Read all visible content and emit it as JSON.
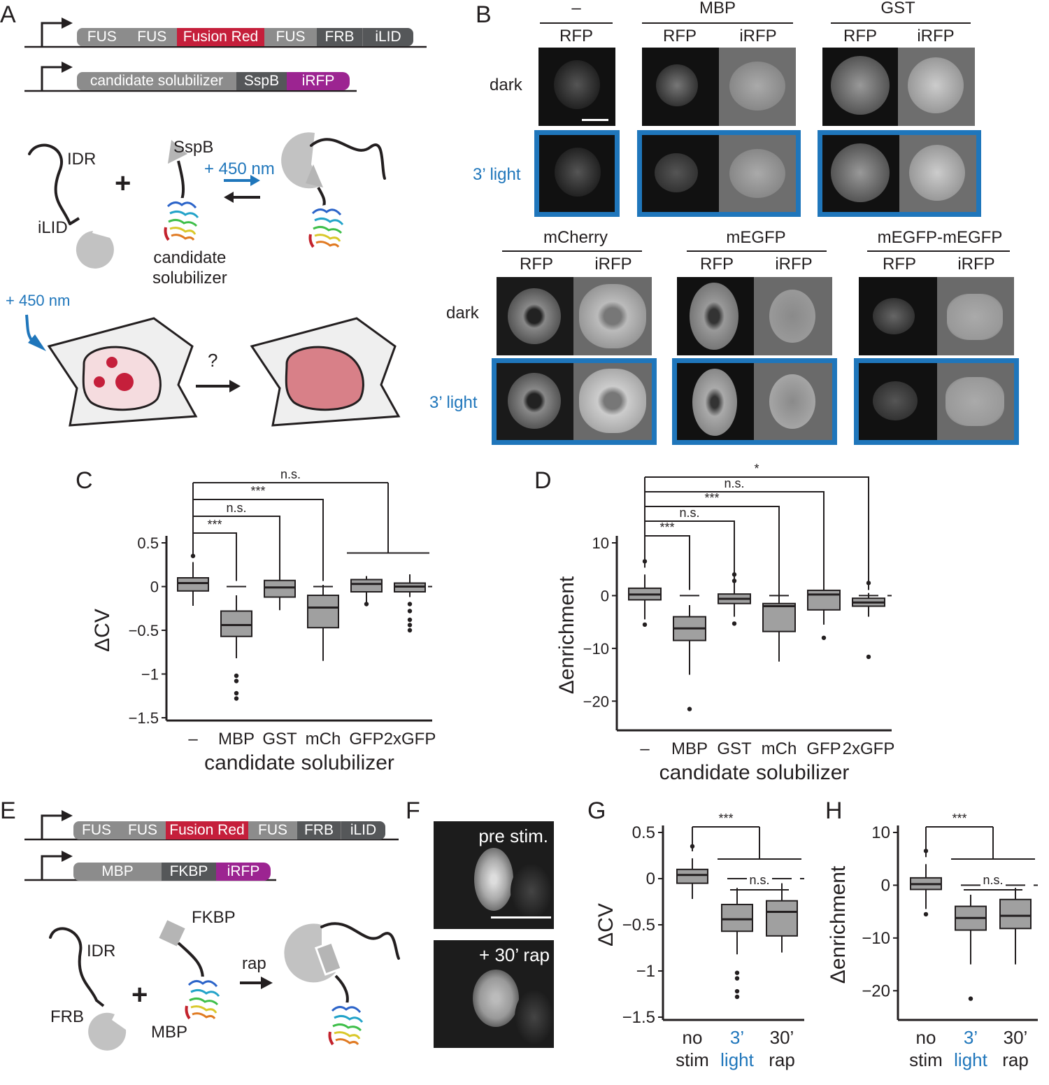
{
  "panels": {
    "a": "A",
    "b": "B",
    "c": "C",
    "d": "D",
    "e": "E",
    "f": "F",
    "g": "G",
    "h": "H"
  },
  "colors": {
    "blue": "#1f76bb",
    "fusion_red": "#c51f3b",
    "irfp": "#9c2491",
    "gray": "#8c8c8c",
    "dark": "#555759",
    "box": "#a0a0a0"
  },
  "panel_a": {
    "construct1": [
      "FUS",
      "FUS",
      "Fusion Red",
      "FUS",
      "FRB",
      "iLID"
    ],
    "construct2": [
      "candidate solubilizer",
      "SspB",
      "iRFP"
    ],
    "idr": "IDR",
    "ilid": "iLID",
    "sspb": "SspB",
    "plus": "+",
    "light": "+ 450 nm",
    "solubilizer": "candidate\nsolubilizer",
    "light2": "+ 450 nm",
    "question": "?"
  },
  "panel_b": {
    "dark": "dark",
    "light": "3’ light",
    "groups": [
      {
        "name": "–",
        "channels": [
          "RFP"
        ]
      },
      {
        "name": "MBP",
        "channels": [
          "RFP",
          "iRFP"
        ]
      },
      {
        "name": "GST",
        "channels": [
          "RFP",
          "iRFP"
        ]
      },
      {
        "name": "mCherry",
        "channels": [
          "RFP",
          "iRFP"
        ]
      },
      {
        "name": "mEGFP",
        "channels": [
          "RFP",
          "iRFP"
        ]
      },
      {
        "name": "mEGFP-mEGFP",
        "channels": [
          "RFP",
          "iRFP"
        ]
      }
    ]
  },
  "panel_e": {
    "construct1": [
      "FUS",
      "FUS",
      "Fusion Red",
      "FUS",
      "FRB",
      "iLID"
    ],
    "construct2": [
      "MBP",
      "FKBP",
      "iRFP"
    ],
    "idr": "IDR",
    "frb": "FRB",
    "fkbp": "FKBP",
    "mbp": "MBP",
    "plus": "+",
    "rap": "rap"
  },
  "panel_f": {
    "pre": "pre stim.",
    "post": "+ 30’ rap"
  },
  "chart_data": [
    {
      "id": "C",
      "type": "box",
      "xlabel": "candidate solubilizer",
      "ylabel": "ΔCV",
      "categories": [
        "–",
        "MBP",
        "GST",
        "mCh",
        "GFP",
        "2xGFP"
      ],
      "ylim": [
        -1.5,
        0.5
      ],
      "yticks": [
        0.5,
        0,
        -0.5,
        -1,
        -1.5
      ],
      "ytick_labels": [
        "0.5",
        "0",
        "−0.5",
        "−1",
        "−1.5"
      ],
      "boxes": [
        {
          "q1": -0.05,
          "median": 0.04,
          "q3": 0.1,
          "wlo": -0.22,
          "whi": 0.28,
          "out": [
            0.35
          ]
        },
        {
          "q1": -0.57,
          "median": -0.44,
          "q3": -0.28,
          "wlo": -0.82,
          "whi": -0.1,
          "out": [
            -1.02,
            -1.08,
            -1.22,
            -1.28
          ]
        },
        {
          "q1": -0.12,
          "median": -0.01,
          "q3": 0.07,
          "wlo": -0.27,
          "whi": 0.28,
          "out": []
        },
        {
          "q1": -0.47,
          "median": -0.24,
          "q3": -0.1,
          "wlo": -0.85,
          "whi": 0.02,
          "out": []
        },
        {
          "q1": -0.06,
          "median": 0.03,
          "q3": 0.08,
          "wlo": -0.2,
          "whi": 0.12,
          "out": [
            -0.2
          ]
        },
        {
          "q1": -0.06,
          "median": 0.0,
          "q3": 0.04,
          "wlo": -0.12,
          "whi": 0.14,
          "out": [
            -0.2,
            -0.28,
            -0.38,
            -0.44,
            -0.5
          ]
        }
      ],
      "brackets": [
        {
          "from": 0,
          "to": [
            1
          ],
          "label": "***"
        },
        {
          "from": 0,
          "to": [
            2
          ],
          "label": "n.s."
        },
        {
          "from": 0,
          "to": [
            3
          ],
          "label": "***"
        },
        {
          "from": 0,
          "to": [
            4,
            5
          ],
          "label": "n.s."
        }
      ]
    },
    {
      "id": "D",
      "type": "box",
      "xlabel": "candidate solubilizer",
      "ylabel": "Δenrichment",
      "categories": [
        "–",
        "MBP",
        "GST",
        "mCh",
        "GFP",
        "2xGFP"
      ],
      "ylim": [
        -25,
        10
      ],
      "yticks": [
        10,
        0,
        -10,
        -20
      ],
      "ytick_labels": [
        "10",
        "0",
        "−10",
        "−20"
      ],
      "boxes": [
        {
          "q1": -0.8,
          "median": 0.2,
          "q3": 1.4,
          "wlo": -4.5,
          "whi": 4.0,
          "out": [
            6.5,
            -5.5
          ]
        },
        {
          "q1": -8.5,
          "median": -6.2,
          "q3": -4.0,
          "wlo": -15.0,
          "whi": -1.8,
          "out": [
            -21.5
          ]
        },
        {
          "q1": -1.5,
          "median": -0.6,
          "q3": 0.3,
          "wlo": -4.0,
          "whi": 2.0,
          "out": [
            2.8,
            4.0,
            -5.3
          ]
        },
        {
          "q1": -6.8,
          "median": -2.0,
          "q3": -1.5,
          "wlo": -12.5,
          "whi": 4.0,
          "out": []
        },
        {
          "q1": -2.7,
          "median": 0.2,
          "q3": 1.0,
          "wlo": -5.5,
          "whi": 2.0,
          "out": [
            -8.0
          ]
        },
        {
          "q1": -2.0,
          "median": -1.3,
          "q3": -0.5,
          "wlo": -4.0,
          "whi": 0.5,
          "out": [
            2.4,
            -11.6
          ]
        }
      ],
      "brackets": [
        {
          "from": 0,
          "to": [
            1
          ],
          "label": "***"
        },
        {
          "from": 0,
          "to": [
            2
          ],
          "label": "n.s."
        },
        {
          "from": 0,
          "to": [
            3
          ],
          "label": "***"
        },
        {
          "from": 0,
          "to": [
            4
          ],
          "label": "n.s."
        },
        {
          "from": 0,
          "to": [
            5
          ],
          "label": "*"
        }
      ]
    },
    {
      "id": "G",
      "type": "box",
      "ylabel": "ΔCV",
      "categories": [
        "no\nstim",
        "3’\nlight",
        "30’\nrap"
      ],
      "ylim": [
        -1.5,
        0.5
      ],
      "yticks": [
        0.5,
        0,
        -0.5,
        -1,
        -1.5
      ],
      "ytick_labels": [
        "0.5",
        "0",
        "−0.5",
        "−1",
        "−1.5"
      ],
      "boxes": [
        {
          "q1": -0.05,
          "median": 0.04,
          "q3": 0.1,
          "wlo": -0.22,
          "whi": 0.22,
          "out": [
            0.35
          ]
        },
        {
          "q1": -0.57,
          "median": -0.44,
          "q3": -0.28,
          "wlo": -0.82,
          "whi": -0.1,
          "out": [
            -1.02,
            -1.08,
            -1.22,
            -1.28
          ]
        },
        {
          "q1": -0.62,
          "median": -0.36,
          "q3": -0.24,
          "wlo": -0.8,
          "whi": -0.05,
          "out": []
        }
      ],
      "brackets": [
        {
          "from": 0,
          "to": [
            1,
            2
          ],
          "label": "***"
        },
        {
          "from": 1,
          "to": [
            2
          ],
          "label": "n.s.",
          "plain": true
        }
      ]
    },
    {
      "id": "H",
      "type": "box",
      "ylabel": "Δenrichment",
      "categories": [
        "no\nstim",
        "3’\nlight",
        "30’\nrap"
      ],
      "ylim": [
        -25,
        10
      ],
      "yticks": [
        10,
        0,
        -10,
        -20
      ],
      "ytick_labels": [
        "10",
        "0",
        "−10",
        "−20"
      ],
      "boxes": [
        {
          "q1": -0.8,
          "median": 0.2,
          "q3": 1.4,
          "wlo": -4.5,
          "whi": 4.0,
          "out": [
            6.5,
            -5.5
          ]
        },
        {
          "q1": -8.5,
          "median": -6.2,
          "q3": -4.0,
          "wlo": -15.0,
          "whi": -1.8,
          "out": [
            -21.5
          ]
        },
        {
          "q1": -8.2,
          "median": -5.8,
          "q3": -2.7,
          "wlo": -15.0,
          "whi": -0.5,
          "out": []
        }
      ],
      "brackets": [
        {
          "from": 0,
          "to": [
            1,
            2
          ],
          "label": "***"
        },
        {
          "from": 1,
          "to": [
            2
          ],
          "label": "n.s.",
          "plain": true
        }
      ]
    }
  ]
}
